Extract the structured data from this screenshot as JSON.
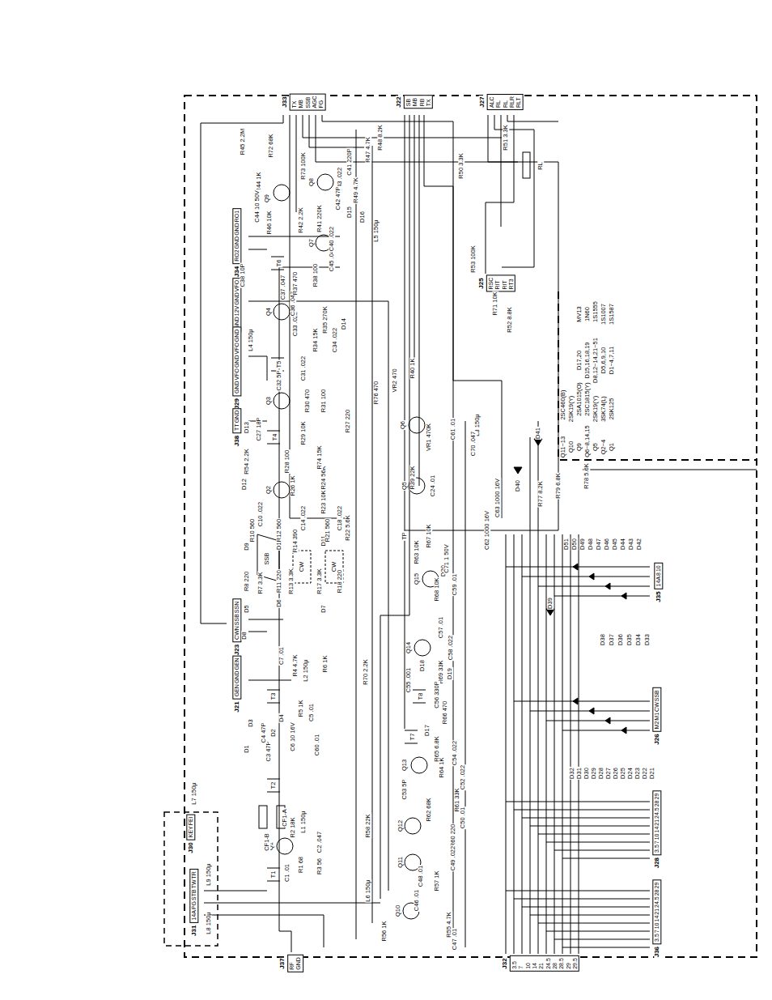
{
  "diagram": {
    "nodes": [
      {
        "text": [
          "J33",
          "TX",
          "MB",
          "SSB",
          "AGC",
          "FG"
        ]
      },
      {
        "text": [
          "J22",
          "SB",
          "MB",
          "RB",
          "TX"
        ]
      },
      {
        "text": [
          "J27",
          "ALC",
          "RL",
          "RL",
          "RLR",
          "RLT"
        ]
      },
      {
        "text": [
          "J34",
          "RO2",
          "GND",
          "GND",
          "RO1"
        ]
      },
      {
        "text": [
          "J24",
          "GND",
          "12V",
          "GND",
          "VFO"
        ]
      },
      {
        "text": [
          "J29",
          "GND",
          "VFO",
          "GND",
          "VFO",
          "GND"
        ]
      },
      {
        "text": [
          "J38",
          "TT",
          "GND"
        ]
      },
      {
        "text": [
          "J23",
          "CWN",
          "SSB",
          "SSN"
        ]
      },
      {
        "text": [
          "J21",
          "GEN",
          "GND",
          "GEN"
        ]
      },
      {
        "text": [
          "J30",
          "KEY",
          "FEI"
        ]
      },
      {
        "text": [
          "J31",
          "14A",
          "PG",
          "STB",
          "TW",
          "TR"
        ]
      },
      {
        "text": [
          "J37",
          "RF",
          "GND"
        ]
      },
      {
        "text": [
          "J32",
          "3.5",
          "7",
          "10",
          "14",
          "21",
          "24.5",
          "28",
          "28.5",
          "29",
          "29.5"
        ]
      },
      {
        "text": [
          "J26",
          "M2",
          "M1",
          "CW",
          "SSB"
        ]
      },
      {
        "text": [
          "J35",
          "14A",
          "8",
          "10"
        ]
      },
      {
        "text": [
          "J28",
          "3.5",
          "7",
          "10",
          "14",
          "21",
          "24.5",
          "28",
          "29"
        ]
      },
      {
        "text": [
          "J36",
          "3.5",
          "7",
          "10",
          "14",
          "21",
          "24.5",
          "28",
          "29"
        ]
      },
      {
        "text": [
          "J25",
          "RSC",
          "RIT",
          "RIT",
          "RT3"
        ]
      }
    ],
    "labels": [
      "Q1",
      "Q2",
      "Q3",
      "Q4",
      "Q5",
      "Q6",
      "Q7",
      "Q8",
      "Q9",
      "Q10",
      "Q11",
      "Q12",
      "Q13",
      "Q14",
      "Q15",
      "D1",
      "D2",
      "D3",
      "D4",
      "D5",
      "D6",
      "D7",
      "D8",
      "D9",
      "D10",
      "D11",
      "D12",
      "D13",
      "D14",
      "D15",
      "D16",
      "D17",
      "D18",
      "D19",
      "D20",
      "D39",
      "D40",
      "D41",
      "T1",
      "T2",
      "T3",
      "T4",
      "T5",
      "T6",
      "T7",
      "T8",
      "L1 150μ",
      "L2 150μ",
      "L3 150μ",
      "L4 150μ",
      "L5 150μ",
      "L6 150μ",
      "L7 150μ",
      "L8 150μ",
      "L9 150μ",
      "CF1-A",
      "CF1-B",
      "SSB",
      "CW",
      "CW",
      "R1 68",
      "C1 .01",
      "C2 .047",
      "R3 56",
      "R2 18K",
      "C3 47P",
      "C4 47P",
      "C5 .01",
      "R5 1K",
      "C6 10 16V",
      "C60 .01",
      "R4 4.7K",
      "R6 1K",
      "C7 .01",
      "R70 2.2K",
      "R8 220",
      "R7 3.3K",
      "R11 220",
      "R13 3.3K",
      "R17 3.3K",
      "R18 220",
      "R10 560",
      "R12 560",
      "R14 390",
      "R21 560",
      "R22 5.6K",
      "C10 .022",
      "C14 .022",
      "C18 .022",
      "R23 10K",
      "R24 56K",
      "R26 1K",
      "R28 100",
      "R74 15K",
      "R27 220",
      "R29 10K",
      "C27 18P",
      "R54 2.2K",
      "R30 470",
      "R31 100",
      "C31 .022",
      "C32 5P",
      "R34 15K",
      "R35 270K",
      "C34 .022",
      "C33 .022",
      "C36 .047",
      "R37 470",
      "R38 100",
      "C37 .047",
      "C38 10P",
      "C45 .047",
      "R41 220K",
      "C40 .022",
      "R42 2.2K",
      "R49 4.7K",
      "C43 .022",
      "R73 100K",
      "R47 4.7K",
      "R48 8.2K",
      "R45 2.2M",
      "R44 1K",
      "R72 68K",
      "C44 10 50V",
      "R46 10K",
      "C42 47P",
      "C41 220P",
      "R50 3.3K",
      "R51 3.3K",
      "R53 100K",
      "R71 10K",
      "R52 8.8K",
      "RL",
      "R76 470",
      "VR2 470",
      "R40 1K",
      "VR1 470K",
      "C61 .01",
      "C70 .047",
      "R39 22K",
      "C24 .01",
      "C63 1000 16V",
      "C62 1000 16V",
      "R77 8.2K",
      "R79 6.8K",
      "R78 5.6K",
      "TP",
      "R67 10K",
      "R63 10K",
      "C71 1 50V",
      "C59 .01",
      "R68 10K",
      "C57 .01",
      "C58 .022",
      "R69 33K",
      "C56 330P",
      "C55 .001",
      "R66 470",
      "R65 6.8K",
      "R64 1K",
      "C54 .022",
      "C53 5P",
      "C52 .022",
      "R61 33K",
      "R62 68K",
      "R60 220",
      "C50 .01",
      "C49 .022",
      "R58 22K",
      "R57 1K",
      "C48 .01",
      "R56 1K",
      "R55 4.7K",
      "C46 .01",
      "C47 .01",
      "Q1",
      "2SK125",
      "Q2~4",
      "3SK74(L)",
      "Q5",
      "2SK19(Y)",
      "Q6~8,14,15",
      "2SC1815(Y)",
      "Q9",
      "2SA1015(O)",
      "Q10",
      "2SK19(Y)",
      "Q11~13",
      "2SC460(B)",
      "D1~4,7,11",
      "1S1587",
      "D5,6,9,10",
      "1S1007",
      "D8,12~14,21~51",
      "1S1555",
      "D15,16,18,19",
      "1N60",
      "D17,20",
      "MV13",
      "D21",
      "D22",
      "D23",
      "D24",
      "D25",
      "D26",
      "D27",
      "D28",
      "D29",
      "D30",
      "D31",
      "D32",
      "D33",
      "D34",
      "D35",
      "D36",
      "D37",
      "D38",
      "D42",
      "D43",
      "D44",
      "D45",
      "D46",
      "D47",
      "D48",
      "D49",
      "D50",
      "D51"
    ]
  }
}
